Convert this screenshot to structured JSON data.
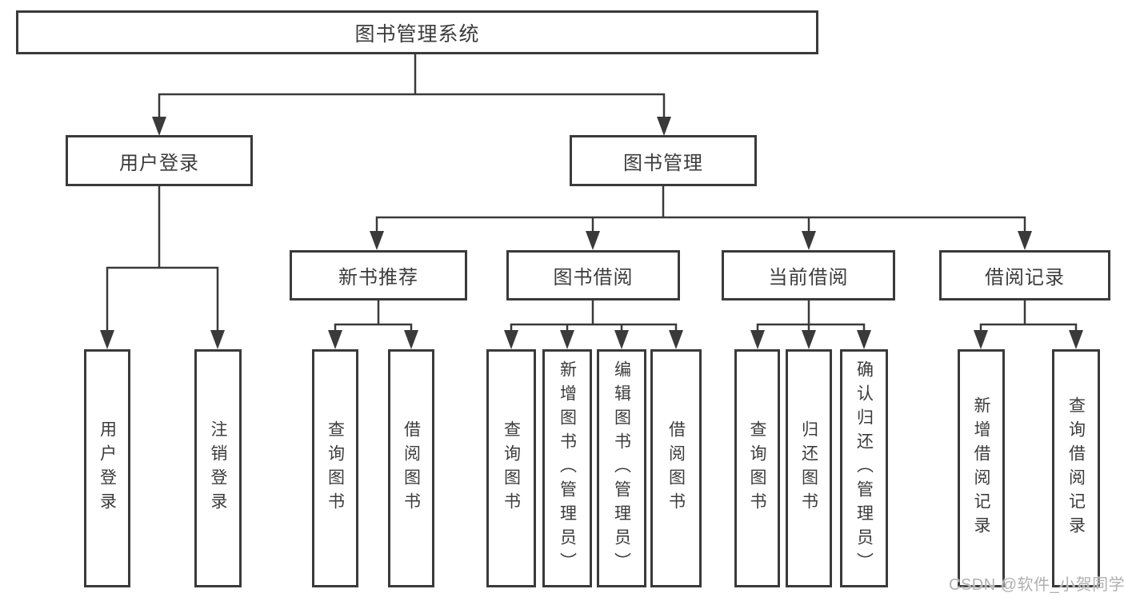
{
  "page": {
    "background": "#ffffff"
  },
  "colors": {
    "line": "#3a3a3a",
    "box_border": "#3a3a3a",
    "box_fill": "#ffffff",
    "text": "#3c3c3c",
    "watermark": "#b0b0b0"
  },
  "watermark": {
    "text": "CSDN @软件_小贺同学"
  },
  "tree": {
    "label": "图书管理系统",
    "children": [
      {
        "label": "用户登录",
        "children": [
          {
            "label": "用户登录"
          },
          {
            "label": "注销登录"
          }
        ]
      },
      {
        "label": "图书管理",
        "children": [
          {
            "label": "新书推荐",
            "children": [
              {
                "label": "查询图书"
              },
              {
                "label": "借阅图书"
              }
            ]
          },
          {
            "label": "图书借阅",
            "children": [
              {
                "label": "查询图书"
              },
              {
                "label": "新增图书（管理员）"
              },
              {
                "label": "编辑图书（管理员）"
              },
              {
                "label": "借阅图书"
              }
            ]
          },
          {
            "label": "当前借阅",
            "children": [
              {
                "label": "查询图书"
              },
              {
                "label": "归还图书"
              },
              {
                "label": "确认归还（管理员）"
              }
            ]
          },
          {
            "label": "借阅记录",
            "children": [
              {
                "label": "新增借阅记录"
              },
              {
                "label": "查询借阅记录"
              }
            ]
          }
        ]
      }
    ]
  }
}
